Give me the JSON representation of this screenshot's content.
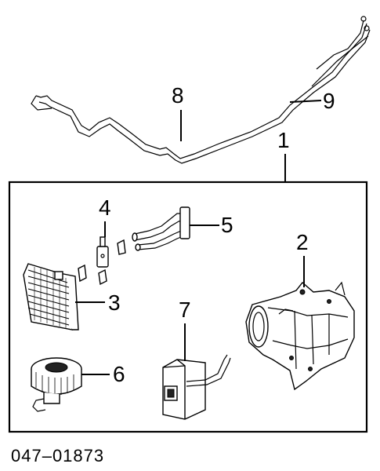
{
  "callouts": {
    "c1": "1",
    "c2": "2",
    "c3": "3",
    "c4": "4",
    "c5": "5",
    "c6": "6",
    "c7": "7",
    "c8": "8",
    "c9": "9"
  },
  "diagram_code": "047–01873"
}
